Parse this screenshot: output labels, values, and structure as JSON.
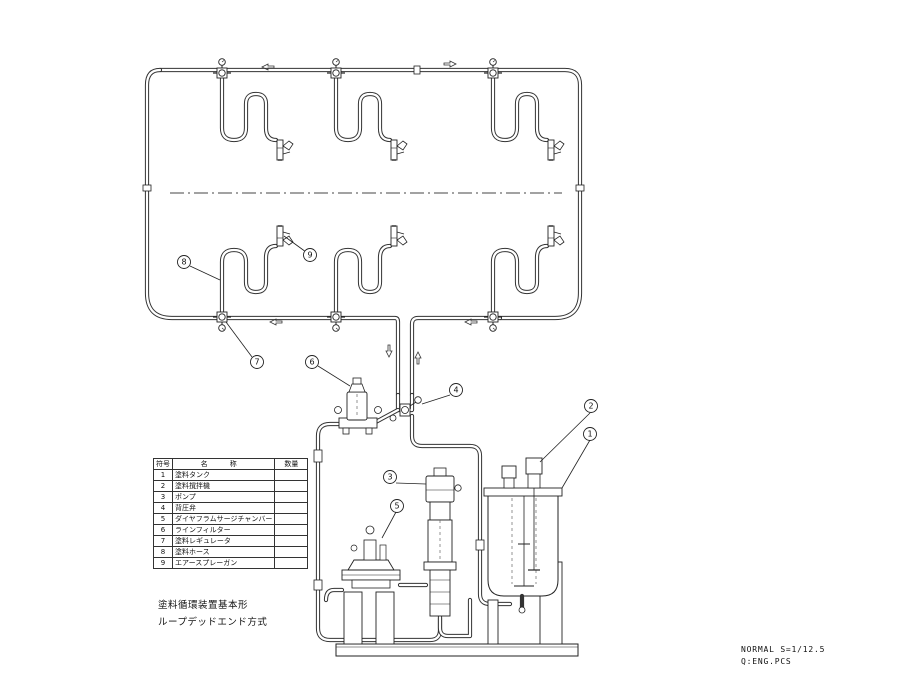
{
  "balloons": [
    "1",
    "2",
    "3",
    "4",
    "5",
    "6",
    "7",
    "8",
    "9"
  ],
  "parts_table": {
    "headers": {
      "no": "符号",
      "name": "名 称",
      "qty": "数量"
    },
    "rows": [
      {
        "no": "1",
        "name": "塗料タンク",
        "qty": ""
      },
      {
        "no": "2",
        "name": "塗料撹拌機",
        "qty": ""
      },
      {
        "no": "3",
        "name": "ポンプ",
        "qty": ""
      },
      {
        "no": "4",
        "name": "背圧弁",
        "qty": ""
      },
      {
        "no": "5",
        "name": "ダイヤフラムサージチャンバー",
        "qty": ""
      },
      {
        "no": "6",
        "name": "ラインフィルター",
        "qty": ""
      },
      {
        "no": "7",
        "name": "塗料レギュレータ",
        "qty": ""
      },
      {
        "no": "8",
        "name": "塗料ホース",
        "qty": ""
      },
      {
        "no": "9",
        "name": "エアースプレーガン",
        "qty": ""
      }
    ]
  },
  "caption": {
    "line1": "塗料循環装置基本形",
    "line2": "ループデッドエンド方式"
  },
  "scale_note": {
    "line1": "NORMAL S=1/12.5",
    "line2": "Q:ENG.PCS"
  }
}
